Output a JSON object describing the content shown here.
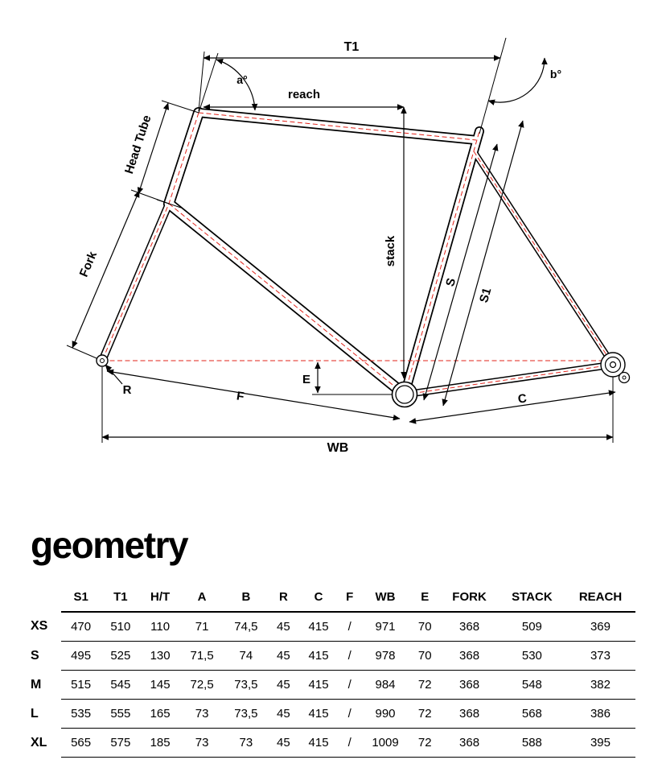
{
  "diagram": {
    "labels": {
      "t1": "T1",
      "angle_a": "a°",
      "angle_b": "b°",
      "reach": "reach",
      "head_tube": "Head Tube",
      "fork": "Fork",
      "stack": "stack",
      "s": "S",
      "s1": "S1",
      "r": "R",
      "e": "E",
      "f": "F",
      "c": "C",
      "wb": "WB"
    },
    "colors": {
      "outline": "#000000",
      "centerline": "#e2231a"
    }
  },
  "section_title": "geometry",
  "table": {
    "columns": [
      "",
      "S1",
      "T1",
      "H/T",
      "A",
      "B",
      "R",
      "C",
      "F",
      "WB",
      "E",
      "FORK",
      "STACK",
      "REACH"
    ],
    "rows": [
      {
        "size": "XS",
        "values": [
          "470",
          "510",
          "110",
          "71",
          "74,5",
          "45",
          "415",
          "/",
          "971",
          "70",
          "368",
          "509",
          "369"
        ]
      },
      {
        "size": "S",
        "values": [
          "495",
          "525",
          "130",
          "71,5",
          "74",
          "45",
          "415",
          "/",
          "978",
          "70",
          "368",
          "530",
          "373"
        ]
      },
      {
        "size": "M",
        "values": [
          "515",
          "545",
          "145",
          "72,5",
          "73,5",
          "45",
          "415",
          "/",
          "984",
          "72",
          "368",
          "548",
          "382"
        ]
      },
      {
        "size": "L",
        "values": [
          "535",
          "555",
          "165",
          "73",
          "73,5",
          "45",
          "415",
          "/",
          "990",
          "72",
          "368",
          "568",
          "386"
        ]
      },
      {
        "size": "XL",
        "values": [
          "565",
          "575",
          "185",
          "73",
          "73",
          "45",
          "415",
          "/",
          "1009",
          "72",
          "368",
          "588",
          "395"
        ]
      }
    ]
  }
}
